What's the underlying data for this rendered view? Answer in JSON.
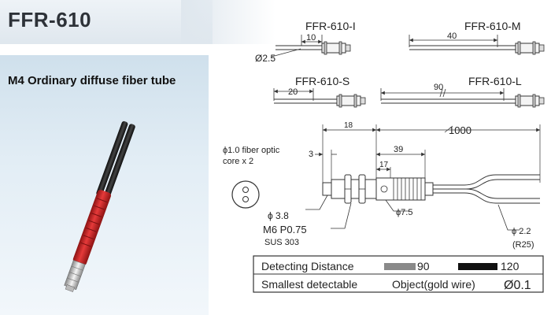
{
  "title": "FFR-610",
  "subtitle": "M4 Ordinary diffuse fiber tube",
  "models": {
    "i": {
      "name": "FFR-610-I",
      "dim": "10",
      "dia": "Ø2.5"
    },
    "m": {
      "name": "FFR-610-M",
      "dim": "40"
    },
    "s": {
      "name": "FFR-610-S",
      "dim": "20"
    },
    "l": {
      "name": "FFR-610-L",
      "dim": "90"
    }
  },
  "main_drawing": {
    "dim_18": "18",
    "dim_1000": "1000",
    "dim_3": "3",
    "dim_39": "39",
    "dim_17": "17",
    "dia_38": "ϕ 3.8",
    "dia_75": "ϕ7.5",
    "dia_22": "ϕ 2.2",
    "r25": "(R25)",
    "thread": "M6  P0.75",
    "material": "SUS 303",
    "core_line1": "ϕ1.0 fiber optic",
    "core_line2": "core x 2"
  },
  "spec_table": {
    "row1_label": "Detecting Distance",
    "row1_val1": "90",
    "row1_val2": "120",
    "row2_label": "Smallest  detectable",
    "row2_mid": "Object(gold wire)",
    "row2_val": "Ø0.1"
  },
  "colors": {
    "sleeve_red": "#d42a2a",
    "bar_grey": "#8a8a8a",
    "bar_black": "#111111"
  }
}
